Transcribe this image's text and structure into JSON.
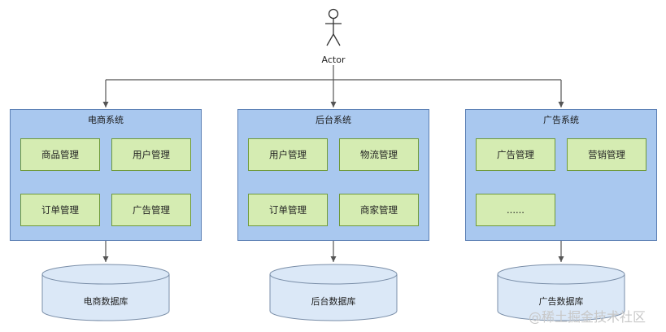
{
  "actor": {
    "label": "Actor"
  },
  "systems": [
    {
      "title": "电商系统",
      "modules": [
        "商品管理",
        "用户管理",
        "订单管理",
        "广告管理"
      ],
      "database": "电商数据库"
    },
    {
      "title": "后台系统",
      "modules": [
        "用户管理",
        "物流管理",
        "订单管理",
        "商家管理"
      ],
      "database": "后台数据库"
    },
    {
      "title": "广告系统",
      "modules": [
        "广告管理",
        "营销管理",
        "......"
      ],
      "database": "广告数据库"
    }
  ],
  "watermark": "@稀土掘金技术社区",
  "colors": {
    "system_fill": "#a9c8ef",
    "module_fill": "#d5ecb2",
    "database_fill": "#dbe8f7",
    "line": "#555555"
  }
}
